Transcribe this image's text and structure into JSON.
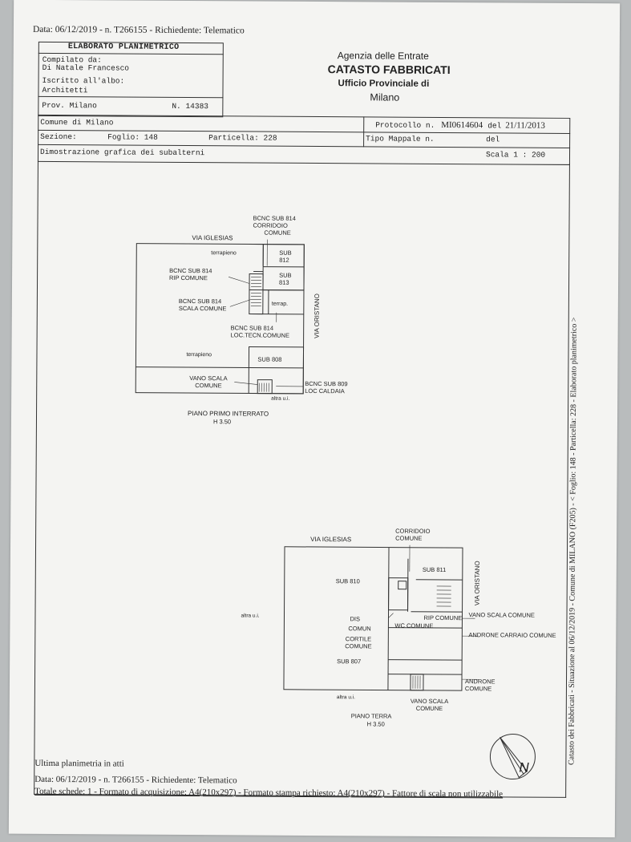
{
  "header_top": "Data: 06/12/2019 - n. T266155 - Richiedente: Telematico",
  "box": {
    "title": "ELABORATO PLANIMETRICO",
    "compilato_label": "Compilato da:",
    "compilato_name": "Di Natale Francesco",
    "iscritto_label": "Iscritto all'albo:",
    "iscritto_value": "Architetti",
    "prov": "Prov. Milano",
    "numero": "N. 14383"
  },
  "agency": {
    "line1": "Agenzia delle Entrate",
    "line2": "CATASTO FABBRICATI",
    "line3": "Ufficio Provinciale di",
    "line4": "Milano"
  },
  "info": {
    "comune": "Comune di Milano",
    "protocollo_label": "Protocollo n.",
    "protocollo_value": "MI0614604",
    "protocollo_del": "del",
    "protocollo_date": "21/11/2013",
    "sezione": "Sezione:",
    "foglio": "Foglio: 148",
    "particella": "Particella: 228",
    "tipo_mappale": "Tipo Mappale n.",
    "tipo_del": "del",
    "dimostrazione": "Dimostrazione grafica dei subalterni",
    "scala": "Scala 1 : 200"
  },
  "plan_basement": {
    "street_top": "VIA IGLESIAS",
    "street_side": "VIA ORISTANO",
    "bcnc_corridoio": [
      "BCNC SUB 814",
      "CORRIDOIO",
      "COMUNE"
    ],
    "terrapieno1": "terrapieno",
    "sub812": [
      "SUB",
      "812"
    ],
    "sub813": [
      "SUB",
      "813"
    ],
    "rip_comune": [
      "BCNC SUB 814",
      "RIP COMUNE"
    ],
    "scala_comune": [
      "BCNC SUB 814",
      "SCALA COMUNE"
    ],
    "terrap": "terrap.",
    "loc_tecn": [
      "BCNC SUB 814",
      "LOC.TECN.COMUNE"
    ],
    "terrapieno2": "terrapieno",
    "sub808": "SUB 808",
    "vano_scala": [
      "VANO SCALA",
      "COMUNE"
    ],
    "loc_caldaia": [
      "BCNC SUB 809",
      "LOC CALDAIA"
    ],
    "altra_ui": "altra u.i.",
    "piano": "PIANO PRIMO INTERRATO",
    "altezza": "H 3.50"
  },
  "plan_ground": {
    "street_top": "VIA IGLESIAS",
    "street_side": "VIA ORISTANO",
    "corridoio": [
      "CORRIDOIO",
      "COMUNE"
    ],
    "sub811": "SUB 811",
    "sub810": "SUB 810",
    "altra_ui_left": "altra u.i.",
    "dis": "DIS",
    "comun": "COMUN",
    "rip_comune": "RIP COMUNE",
    "wc_comune": "WC COMUNE",
    "vano_scala_right": "VANO SCALA COMUNE",
    "androne_carraio": "ANDRONE CARRAIO COMUNE",
    "cortile": [
      "CORTILE",
      "COMUNE"
    ],
    "sub807": "SUB 807",
    "androne": [
      "ANDRONE",
      "COMUNE"
    ],
    "altra_ui_bottom": "altra u.i.",
    "vano_scala_bottom": [
      "VANO SCALA",
      "COMUNE"
    ],
    "piano": "PIANO TERRA",
    "altezza": "H 3.50"
  },
  "side_text": "Catasto dei Fabbricati - Situazione al 06/12/2019 - Comune di MILANO (F205) - < Foglio: 148 - Particella: 228 - Elaborato planimetrico >",
  "north_label": "N",
  "footer": {
    "ultima": "Ultima planimetria in atti",
    "data_line": "Data: 06/12/2019 - n. T266155 - Richiedente: Telematico",
    "totale": "Totale schede: 1 - Formato di acquisizione: A4(210x297)  - Formato stampa richiesto: A4(210x297) - Fattore di scala non utilizzabile"
  }
}
